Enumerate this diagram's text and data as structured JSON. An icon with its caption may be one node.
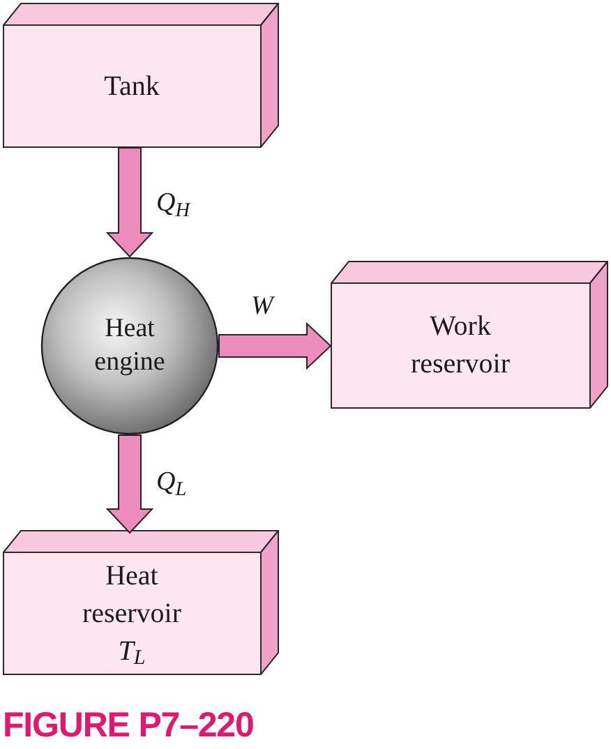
{
  "diagram": {
    "caption": "FIGURE P7–220",
    "nodes": [
      {
        "text": [
          "Tank"
        ]
      },
      {
        "text": [
          "Heat engine"
        ]
      },
      {
        "text": [
          "Work reservoir"
        ]
      },
      {
        "text": [
          "Heat reservoir",
          "T$_{L}$"
        ]
      }
    ],
    "edges": [
      {
        "from": 0,
        "to": 1,
        "arrow": "to",
        "label": "Q$_{H}$"
      },
      {
        "from": 1,
        "to": 2,
        "arrow": "to",
        "label": "W"
      },
      {
        "from": 1,
        "to": 3,
        "arrow": "to",
        "label": "Q$_{L}$"
      }
    ]
  }
}
